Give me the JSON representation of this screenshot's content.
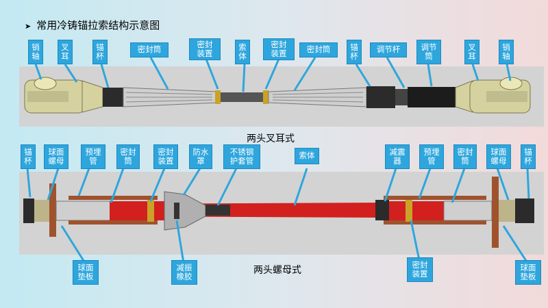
{
  "title": "常用冷铸锚拉索结构示意图",
  "diagram1": {
    "caption": "两头叉耳式",
    "labels": [
      "销\n轴",
      "叉\n耳",
      "锚\n杯",
      "密封筒",
      "密封\n装置",
      "索\n体",
      "密封\n装置",
      "密封筒",
      "锚\n杯",
      "调节杆",
      "调节\n筒",
      "叉\n耳",
      "销\n轴"
    ]
  },
  "diagram2": {
    "caption": "两头螺母式",
    "top_labels": [
      "锚\n杯",
      "球面\n螺母",
      "预埋\n管",
      "密封\n筒",
      "密封\n装置",
      "防水\n罩",
      "不锈钢\n护套管",
      "索体",
      "减震\n器",
      "预埋\n管",
      "密封\n筒",
      "球面\n螺母",
      "锚\n杯"
    ],
    "bottom_labels": [
      "球面\n垫板",
      "减振\n橡胶",
      "密封\n装置",
      "球面\n垫板"
    ]
  },
  "colors": {
    "callout": "#2ea6dd",
    "cable_red": "#d2201e",
    "steel_dark": "#3c3c3c",
    "clevis": "#d6d2a0",
    "band": "#d3d3d3"
  }
}
